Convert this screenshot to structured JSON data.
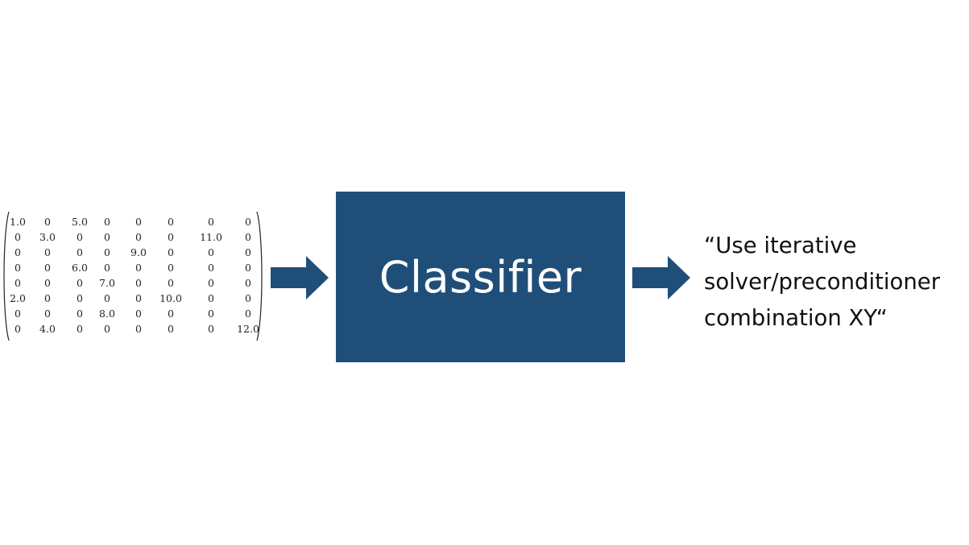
{
  "diagram": {
    "input_matrix": {
      "rows": [
        [
          "1.0",
          "0",
          "5.0",
          "0",
          "0",
          "0",
          "0",
          "0"
        ],
        [
          "0",
          "3.0",
          "0",
          "0",
          "0",
          "0",
          "11.0",
          "0"
        ],
        [
          "0",
          "0",
          "0",
          "0",
          "9.0",
          "0",
          "0",
          "0"
        ],
        [
          "0",
          "0",
          "6.0",
          "0",
          "0",
          "0",
          "0",
          "0"
        ],
        [
          "0",
          "0",
          "0",
          "7.0",
          "0",
          "0",
          "0",
          "0"
        ],
        [
          "2.0",
          "0",
          "0",
          "0",
          "0",
          "10.0",
          "0",
          "0"
        ],
        [
          "0",
          "0",
          "0",
          "8.0",
          "0",
          "0",
          "0",
          "0"
        ],
        [
          "0",
          "4.0",
          "0",
          "0",
          "0",
          "0",
          "0",
          "12.0"
        ]
      ]
    },
    "classifier": {
      "label": "Classifier",
      "color": "#1f4e79"
    },
    "arrow_color": "#1f4e79",
    "output": {
      "lines": [
        "“Use iterative",
        "solver/preconditioner",
        "combination XY“"
      ]
    },
    "icons": [
      "right-arrow-icon",
      "right-arrow-icon"
    ]
  }
}
